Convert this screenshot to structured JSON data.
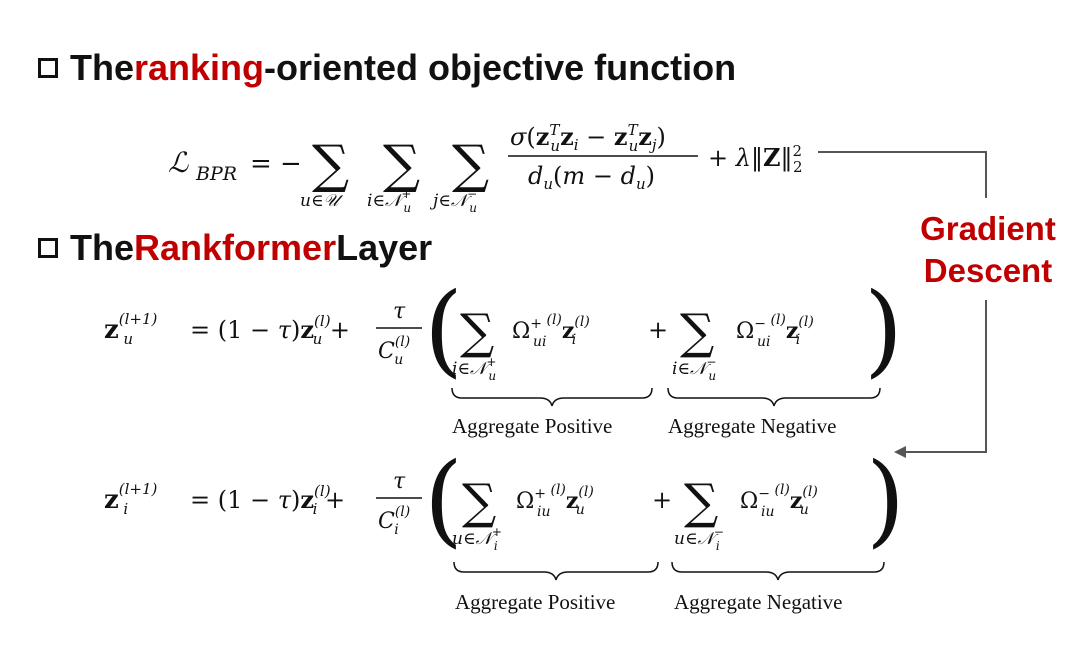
{
  "heading1": {
    "pre": "The ",
    "highlight": "ranking",
    "post": "-oriented objective function"
  },
  "heading2": {
    "pre": "The ",
    "highlight": "Rankformer",
    "post": " Layer"
  },
  "side_label": {
    "line1": "Gradient",
    "line2": "Descent"
  },
  "equations": {
    "bpr_lhs": "ℒ",
    "bpr_lhs_sub": "BPR",
    "user_eq_brace_pos": "Aggregate Positive",
    "user_eq_brace_neg": "Aggregate Negative",
    "item_eq_brace_pos": "Aggregate Positive",
    "item_eq_brace_neg": "Aggregate Negative"
  },
  "colors": {
    "accent_red": "#c00000",
    "arrow_gray": "#555555"
  }
}
